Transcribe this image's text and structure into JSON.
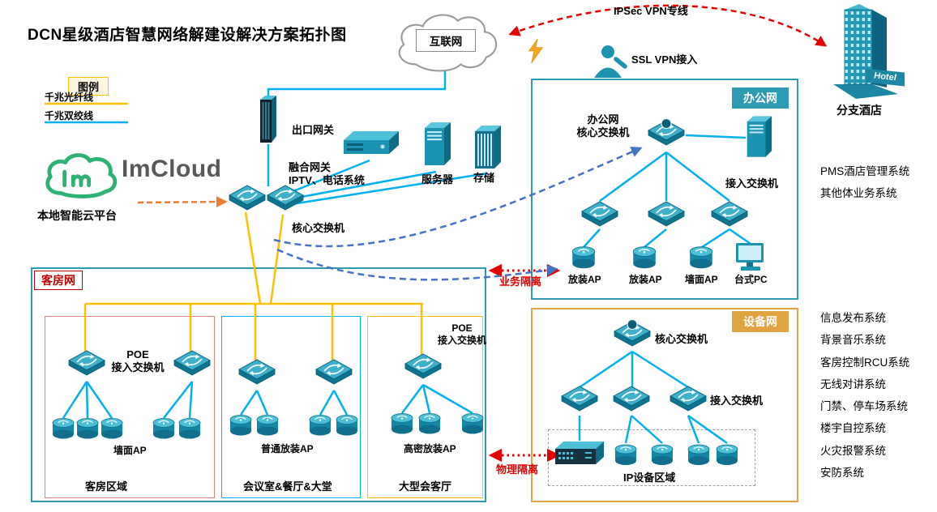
{
  "title": "DCN星级酒店智慧网络解建设解决方案拓扑图",
  "legend": {
    "heading": "图例",
    "fiber": "千兆光纤线",
    "twisted": "千兆双绞线"
  },
  "top": {
    "internet": "互联网",
    "ipsec": "IPSec VPN专线",
    "ssl": "SSL VPN接入",
    "branch": "分支酒店",
    "branch_tag": "Hotel"
  },
  "core": {
    "exit_gateway": "出口网关",
    "fusion_gateway": "融合网关\nIPTV、电话系统",
    "server": "服务器",
    "storage": "存储",
    "core_switch": "核心交换机",
    "cloud_brand": "ImCloud",
    "cloud_label": "本地智能云平台"
  },
  "office": {
    "tab": "办公网",
    "core_label": "办公网\n核心交换机",
    "access_label": "接入交换机",
    "ap1": "放装AP",
    "ap2": "放装AP",
    "ap3": "墙面AP",
    "pc": "台式PC"
  },
  "guest": {
    "tab": "客房网",
    "area1": {
      "poe": "POE\n接入交换机",
      "ap": "墙面AP",
      "name": "客房区域"
    },
    "area2": {
      "ap": "普通放装AP",
      "name": "会议室&餐厅&大堂"
    },
    "area3": {
      "poe": "POE\n接入交换机",
      "ap": "高密放装AP",
      "name": "大型会客厅"
    }
  },
  "device_net": {
    "tab": "设备网",
    "core_label": "核心交换机",
    "access_label": "接入交换机",
    "area_label": "IP设备区域"
  },
  "isolation": {
    "business": "业务隔离",
    "physical": "物理隔离"
  },
  "office_systems": [
    "PMS酒店管理系统",
    "其他体业务系统"
  ],
  "device_systems": [
    "信息发布系统",
    "背景音乐系统",
    "客房控制RCU系统",
    "无线对讲系统",
    "门禁、停车场系统",
    "楼宇自控系统",
    "火灾报警系统",
    "安防系统"
  ],
  "colors": {
    "fiber": "#FFC000",
    "twisted": "#00B0F0",
    "accent_teal": "#2E9BB5",
    "accent_orange": "#DFA440",
    "alert_red": "#E60000"
  }
}
